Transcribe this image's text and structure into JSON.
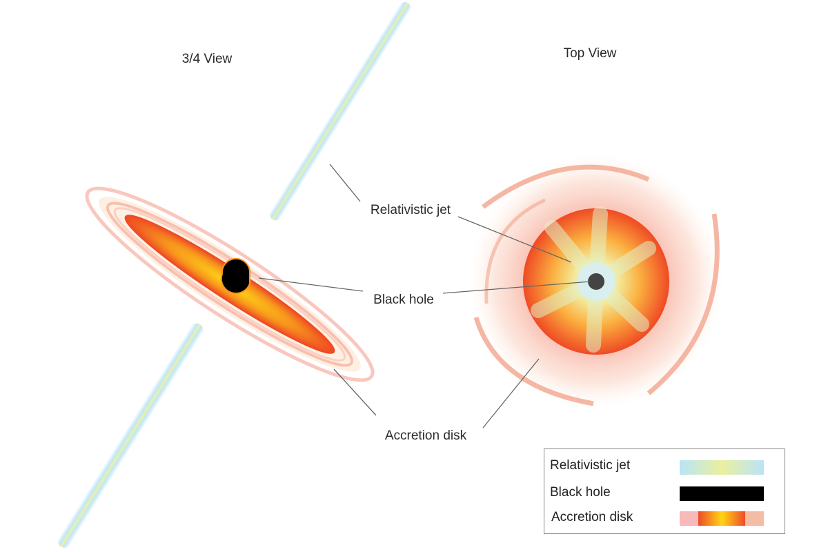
{
  "titles": {
    "three_quarter": "3/4 View",
    "top": "Top View"
  },
  "labels": {
    "jet": "Relativistic jet",
    "black_hole": "Black hole",
    "disk": "Accretion disk"
  },
  "legend": [
    {
      "label": "Relativistic jet",
      "colors": [
        "#b9e4f7",
        "#eaf0a0",
        "#b9e4f7"
      ]
    },
    {
      "label": "Black hole",
      "colors": [
        "#000000"
      ]
    },
    {
      "label": "Accretion disk",
      "colors": [
        "#f7b9b9",
        "#ef4a2a",
        "#ffd414",
        "#ef4a2a",
        "#f4bca5"
      ]
    }
  ]
}
